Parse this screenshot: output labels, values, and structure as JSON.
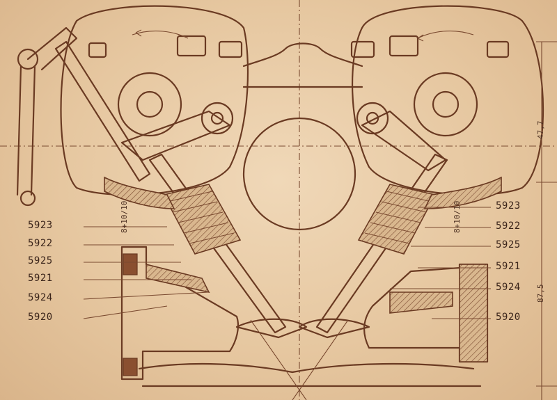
{
  "labels_left": [
    "5923",
    "5922",
    "5925",
    "5921",
    "5924",
    "5920"
  ],
  "labels_right": [
    "5923",
    "5922",
    "5925",
    "5921",
    "5924",
    "5920"
  ],
  "dimensions": {
    "upper": "47,7",
    "lower": "87,5",
    "tolerance_left": "8+10/10",
    "tolerance_right": "8+10/10"
  },
  "colors": {
    "paper": "#e6c9a3",
    "ink": "#6a3a22"
  }
}
